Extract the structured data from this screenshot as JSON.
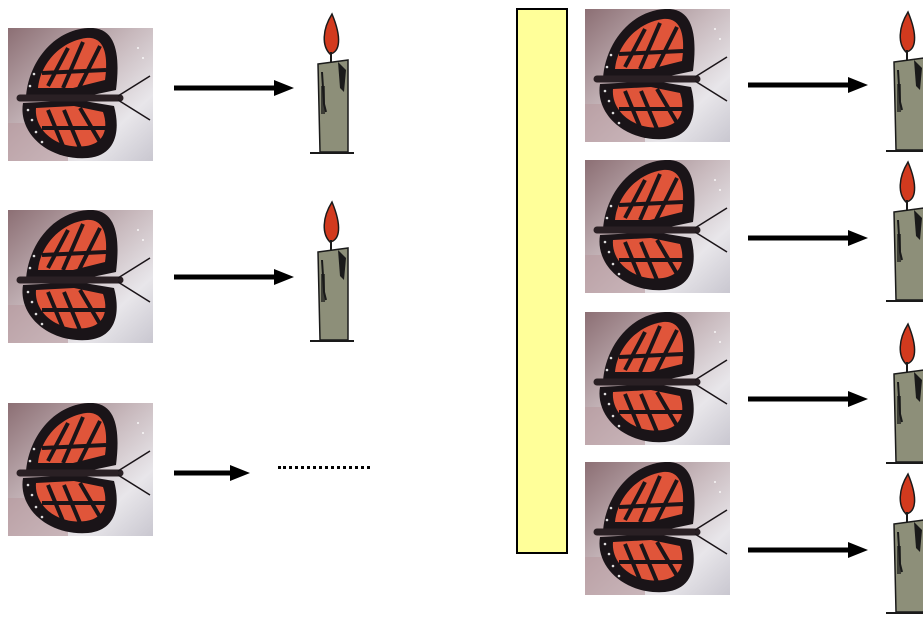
{
  "colors": {
    "background": "#ffffff",
    "bar_fill": "#ffff99",
    "bar_border": "#000000",
    "arrow": "#000000",
    "wing_orange": "#e0553a",
    "wing_black": "#1a1418",
    "candle_body": "#8d8f79",
    "flame": "#d23a1e"
  },
  "icons": {
    "butterfly": "butterfly-photo",
    "candle": "lit-candle",
    "arrow": "right-arrow"
  },
  "left_panel": {
    "rows": [
      {
        "source": "butterfly",
        "result": "candle"
      },
      {
        "source": "butterfly",
        "result": "candle"
      },
      {
        "source": "butterfly",
        "result": "dotted-line"
      }
    ]
  },
  "right_panel": {
    "bar": "yellow-rectangle",
    "rows": [
      {
        "source": "butterfly",
        "result": "candle"
      },
      {
        "source": "butterfly",
        "result": "candle"
      },
      {
        "source": "butterfly",
        "result": "candle"
      },
      {
        "source": "butterfly",
        "result": "candle"
      }
    ]
  }
}
